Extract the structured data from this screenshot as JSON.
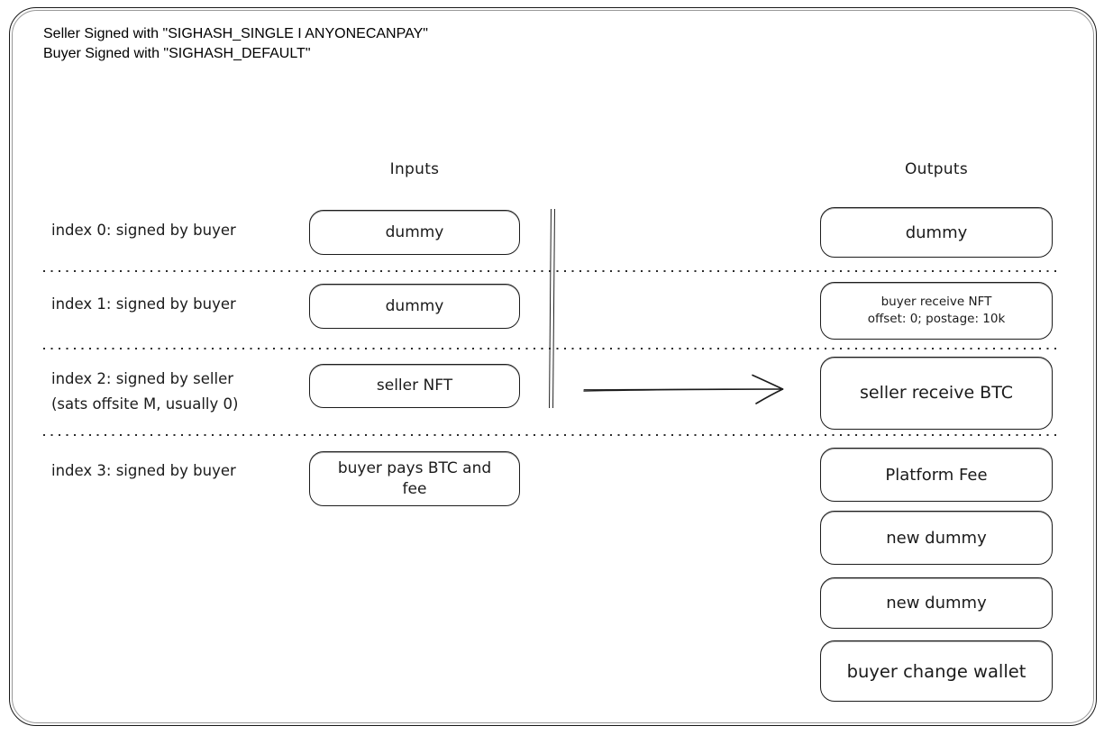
{
  "colors": {
    "ink": "#1b1b1b",
    "background": "#ffffff"
  },
  "note": {
    "line1": "Seller Signed with \"SIGHASH_SINGLE I ANYONECANPAY\"",
    "line2": "Buyer Signed with \"SIGHASH_DEFAULT\""
  },
  "columns": {
    "inputs": "Inputs",
    "outputs": "Outputs"
  },
  "row_labels": [
    {
      "line1": "index 0: signed by buyer",
      "line2": ""
    },
    {
      "line1": "index 1: signed by buyer",
      "line2": ""
    },
    {
      "line1": "index 2: signed by seller",
      "line2": "(sats offsite M, usually 0)"
    },
    {
      "line1": "index 3: signed by buyer",
      "line2": ""
    }
  ],
  "inputs": [
    {
      "label": "dummy"
    },
    {
      "label": "dummy"
    },
    {
      "label": "seller NFT"
    },
    {
      "label": "buyer pays BTC and fee"
    }
  ],
  "outputs": [
    {
      "label": "dummy"
    },
    {
      "line1": "buyer receive NFT",
      "line2": "offset: 0; postage: 10k"
    },
    {
      "label": "seller receive BTC"
    },
    {
      "label": "Platform Fee"
    },
    {
      "label": "new dummy"
    },
    {
      "label": "new dummy"
    },
    {
      "label": "buyer change wallet"
    }
  ],
  "icons": {
    "flow_arrow": "right-arrow"
  }
}
